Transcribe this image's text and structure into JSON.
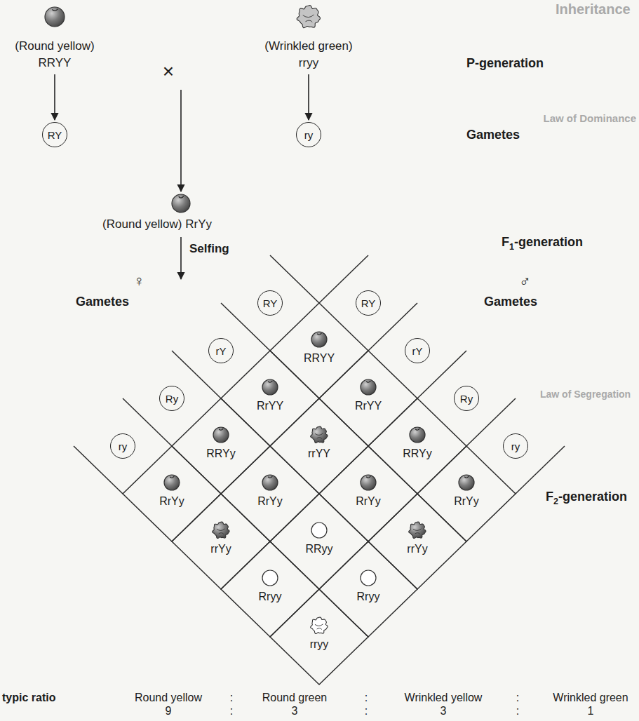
{
  "diagram": {
    "nodes": [
      {
        "text": [
          "RY"
        ]
      },
      {
        "text": [
          "ry"
        ]
      },
      {
        "text": [
          "RY"
        ]
      },
      {
        "text": [
          "rY"
        ]
      },
      {
        "text": [
          "Ry"
        ]
      },
      {
        "text": [
          "ry"
        ]
      },
      {
        "text": [
          "RY"
        ]
      },
      {
        "text": [
          "rY"
        ]
      },
      {
        "text": [
          "Ry"
        ]
      },
      {
        "text": [
          "ry"
        ]
      },
      {
        "text": [
          "RRYY"
        ]
      },
      {
        "text": [
          "RrYY"
        ]
      },
      {
        "text": [
          "RrYY"
        ]
      },
      {
        "text": [
          "RRYy"
        ]
      },
      {
        "text": [
          "rrYY"
        ]
      },
      {
        "text": [
          "RRYy"
        ]
      },
      {
        "text": [
          "RrYy"
        ]
      },
      {
        "text": [
          "RrYy"
        ]
      },
      {
        "text": [
          "RrYy"
        ]
      },
      {
        "text": [
          "RrYy"
        ]
      },
      {
        "text": [
          "rrYy"
        ]
      },
      {
        "text": [
          "RRyy"
        ]
      },
      {
        "text": [
          "rrYy"
        ]
      },
      {
        "text": [
          "Rryy"
        ]
      },
      {
        "text": [
          "Rryy"
        ]
      },
      {
        "text": [
          "rryy"
        ]
      }
    ],
    "labels": [
      "Inheritance",
      "(Round yellow)",
      "RRYY",
      "×",
      "(Wrinkled green)",
      "rryy",
      "P-generation",
      "Gametes",
      "(Round yellow) RrYy",
      "Selfing",
      "F1-generation",
      "Law of Dominance",
      "♀",
      "Gametes",
      "♂",
      "Gametes",
      "Law of Segregation",
      "F2-generation",
      "typic ratio",
      "Round yellow",
      ":",
      "Round green",
      ":",
      "Wrinkled yellow",
      ":",
      "Wrinkled green",
      "9",
      ":",
      "3",
      ":",
      "3",
      ":",
      "1"
    ]
  }
}
